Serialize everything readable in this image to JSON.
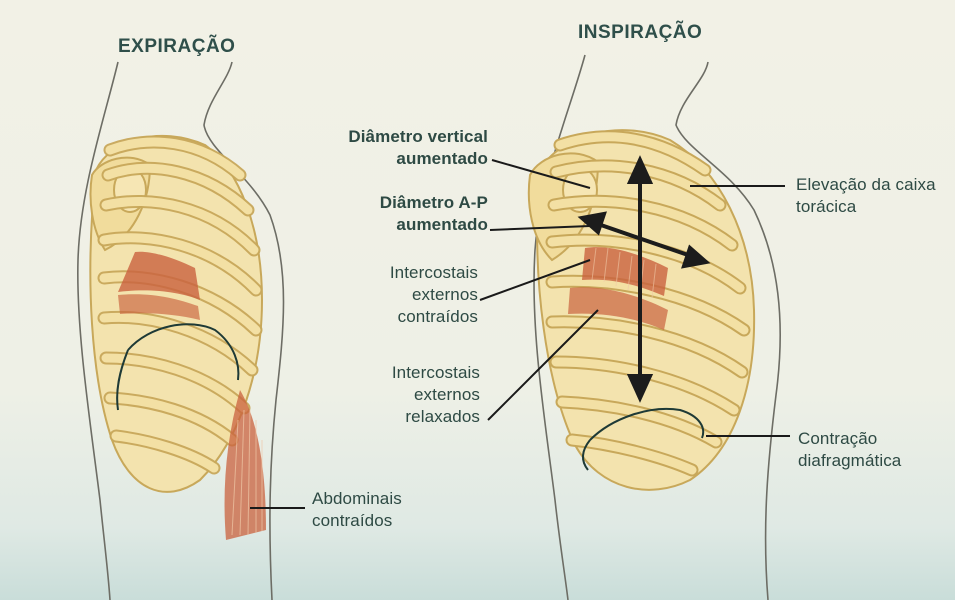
{
  "titles": {
    "expiration": "EXPIRAÇÃO",
    "inspiration": "INSPIRAÇÃO"
  },
  "labels": {
    "vertical_diameter": "Diâmetro vertical aumentado",
    "ap_diameter": "Diâmetro A-P aumentado",
    "intercostals_contracted": "Intercostais externos contraídos",
    "intercostals_relaxed": "Intercostais externos relaxados",
    "rib_cage_elevation": "Elevação da caixa torácica",
    "diaphragm_contraction": "Contração diafragmática",
    "abdominals_contracted": "Abdominais contraídos"
  },
  "colors": {
    "bone": "#f1dc9c",
    "bone_outline": "#c8a85a",
    "muscle": "#c9623e",
    "text": "#2e4a44",
    "arrow": "#1c1c1c"
  }
}
